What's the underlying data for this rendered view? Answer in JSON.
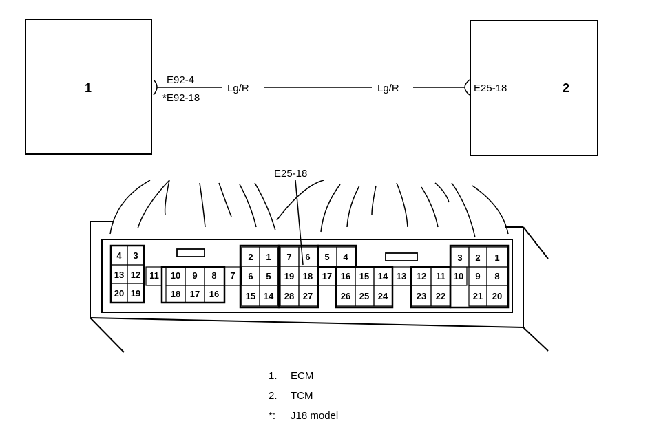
{
  "modules": {
    "left_box_number": "1",
    "right_box_number": "2"
  },
  "wire": {
    "left_terminal_1": "E92-4",
    "left_terminal_2": "*E92-18",
    "color_left": "Lg/R",
    "color_right": "Lg/R",
    "right_terminal": "E25-18"
  },
  "connector": {
    "callout": "E25-18",
    "pins": [
      "1",
      "2",
      "3",
      "4",
      "5",
      "6",
      "7",
      "8",
      "9",
      "10",
      "11",
      "12",
      "13",
      "14",
      "15",
      "16",
      "17",
      "18",
      "19",
      "20",
      "21",
      "22",
      "23",
      "24",
      "25",
      "26",
      "27",
      "28",
      "1",
      "2",
      "3",
      "4",
      "5",
      "6",
      "7",
      "8",
      "9",
      "10",
      "11",
      "12",
      "13",
      "14",
      "15",
      "16",
      "17",
      "18",
      "19",
      "20",
      "21"
    ]
  },
  "legend": {
    "items": [
      {
        "key": "1.",
        "text": "ECM"
      },
      {
        "key": "2.",
        "text": "TCM"
      },
      {
        "key": "*:",
        "text": "J18 model"
      }
    ]
  }
}
